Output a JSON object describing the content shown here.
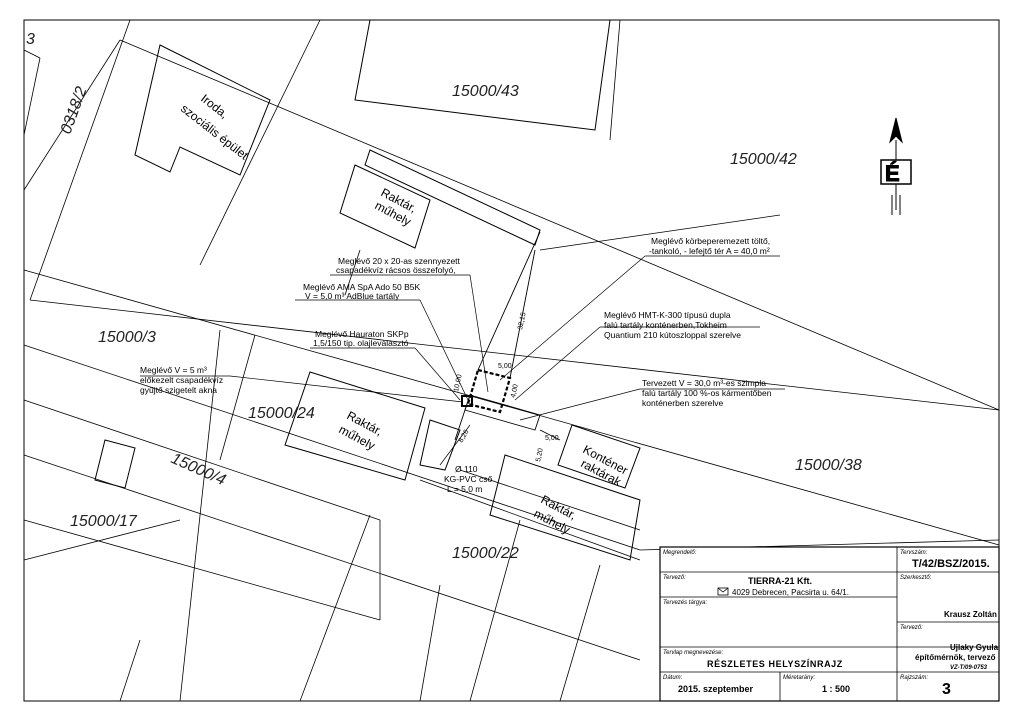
{
  "frame": {
    "sheet_corner": "3"
  },
  "parcels": {
    "p0318_2": "0318/2",
    "p15000_43": "15000/43",
    "p15000_42": "15000/42",
    "p15000_3": "15000/3",
    "p15000_24": "15000/24",
    "p15000_4": "15000/4",
    "p15000_17": "15000/17",
    "p15000_22": "15000/22",
    "p15000_38": "15000/38"
  },
  "buildings": {
    "iroda_1": "Iroda,",
    "iroda_2": "szociális épület",
    "raktar1_1": "Raktár,",
    "raktar1_2": "műhely",
    "raktar2_1": "Raktár,",
    "raktar2_2": "műhely",
    "raktar3_1": "Raktár,",
    "raktar3_2": "műhely",
    "kontener_1": "Konténer",
    "kontener_2": "raktárak"
  },
  "annotations": {
    "szennyezett_1": "Meglévő 20 x 20-as szennyezett",
    "szennyezett_2": "csapadékvíz rácsos összefolyó,",
    "ams_1": "Meglévő AMA SpA Ado 50 B5K",
    "ams_2": "V = 5,0 m³ AdBlue tartály",
    "hauraton_1": "Meglévő Hauraton SKPp",
    "hauraton_2": "1,5/150 tip. olajleválasztó",
    "gyujto_1": "Meglévő V = 5 m³",
    "gyujto_2": "előkezelt csapadékvíz",
    "gyujto_3": "gyűjtő szigetelt akna",
    "tolto_1": "Meglévő körbeperemezett töltő,",
    "tolto_2": "-tankoló, - lefejtő tér A = 40,0 m²",
    "hmt_1": "Meglévő HMT-K-300 típusú dupla",
    "hmt_2": "falú tartály konténerben,Tokheim",
    "hmt_3": "Quantium 210 kútoszloppal szerelve",
    "tervezett_1": "Tervezett V = 30,0 m³-es szimpla",
    "tervezett_2": "falú tartály 100 %-os kármentőben",
    "tervezett_3": "konténerben szerelve",
    "cso_1": "Ø 110",
    "cso_2": "KG-PVC cső",
    "cso_3": "L = 5,0 m"
  },
  "dimensions": {
    "d3215": "32,15",
    "d500a": "5,00",
    "d400": "4,00",
    "d1000": "10,00",
    "d826": "8,26",
    "d500b": "5,00",
    "d520": "5,20"
  },
  "title_block": {
    "megrendelo_label": "Megrendelő:",
    "tervszam_label": "Tervszám:",
    "tervszam": "T/42/BSZ/2015.",
    "tervezo_label": "Tervező:",
    "company": "TIERRA-21 Kft.",
    "address": "4029 Debrecen, Pacsirta u. 64/1.",
    "szerkeszto_label": "Szerkesztő:",
    "szerkeszto": "Krausz Zoltán",
    "targy_label": "Tervezés tárgya:",
    "tervezo2_label": "Tervező:",
    "tervezo_name": "Ujlaky Gyula",
    "tervezo_title": "építőmérnök, tervező",
    "tervezo_reg": "VZ-T/09-0753",
    "megnevezes_label": "Tervlap megnevezése:",
    "megnevezes": "RÉSZLETES HELYSZÍNRAJZ",
    "datum_label": "Dátum:",
    "datum": "2015. szeptember",
    "meretarany_label": "Méretarány:",
    "meretarany": "1 : 500",
    "rajzszam_label": "Rajzszám:",
    "rajzszam": "3"
  },
  "icons": {
    "north": "north-arrow-icon",
    "mail": "envelope-icon"
  }
}
